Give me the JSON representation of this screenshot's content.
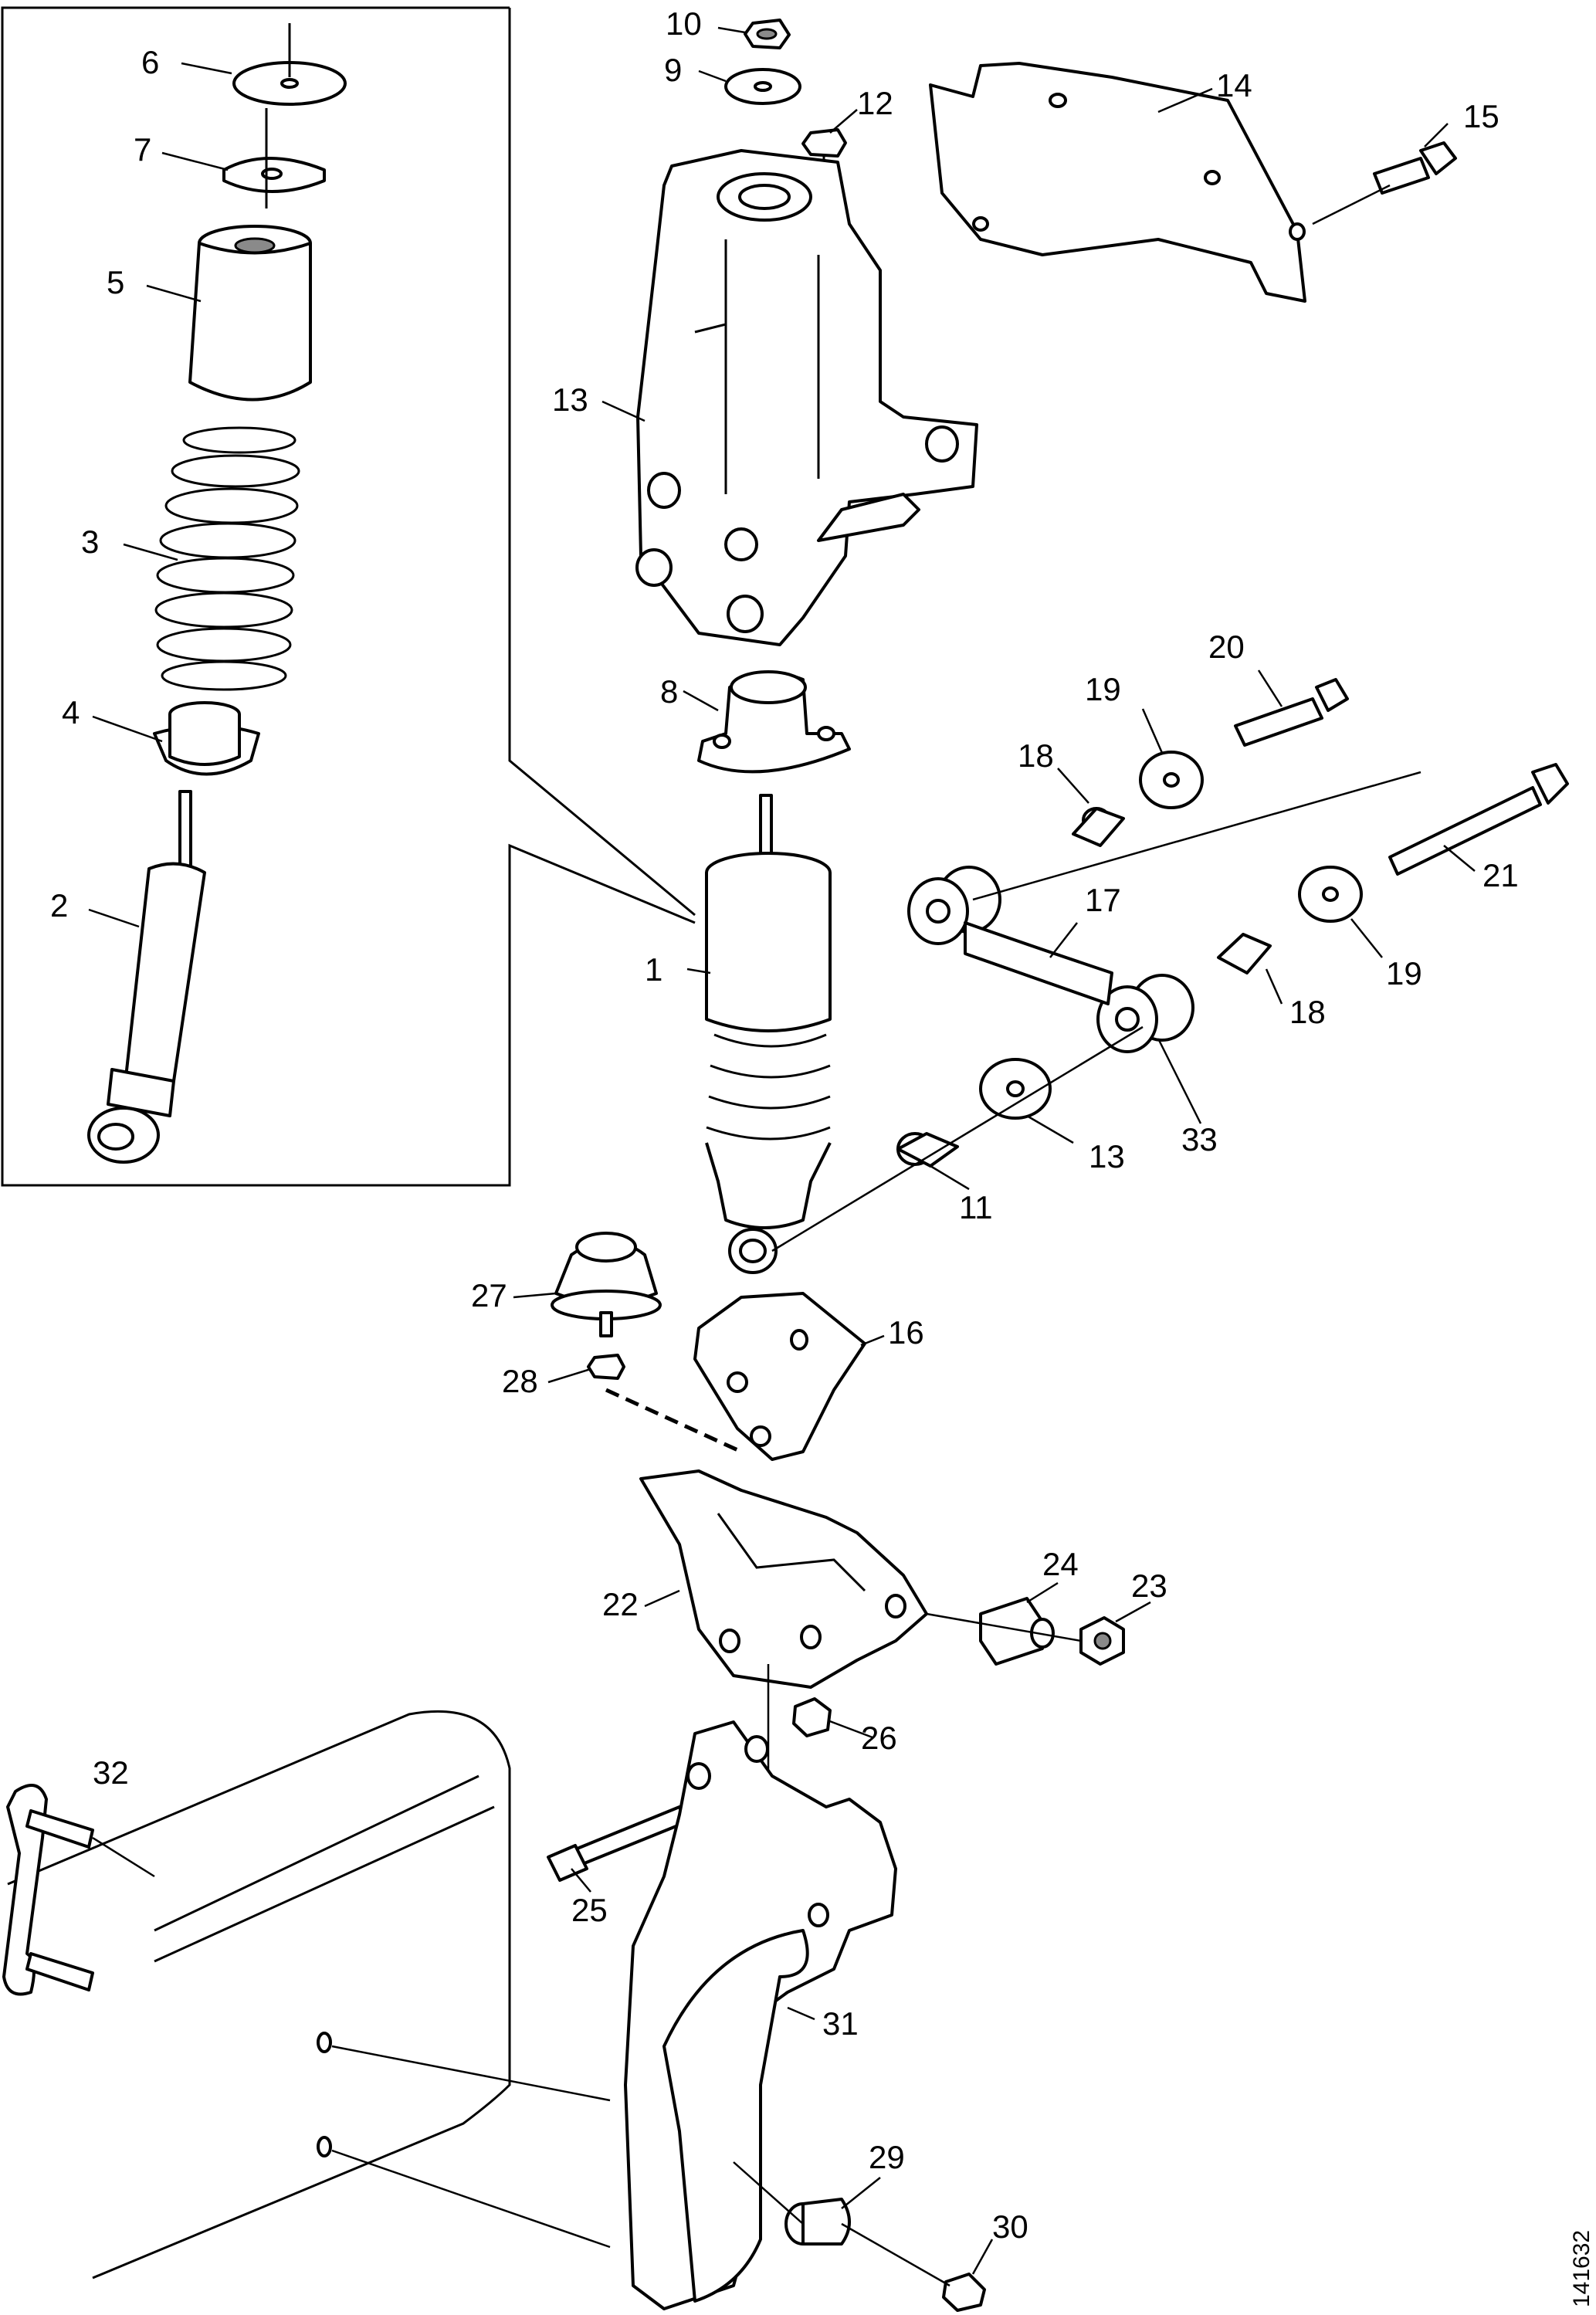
{
  "figure_id": "141632",
  "callouts": [
    "1",
    "2",
    "3",
    "4",
    "5",
    "6",
    "7",
    "8",
    "9",
    "10",
    "11",
    "12",
    "13",
    "13",
    "14",
    "15",
    "16",
    "17",
    "18",
    "18",
    "19",
    "19",
    "20",
    "21",
    "22",
    "23",
    "24",
    "25",
    "26",
    "27",
    "28",
    "29",
    "30",
    "31",
    "32",
    "33"
  ]
}
